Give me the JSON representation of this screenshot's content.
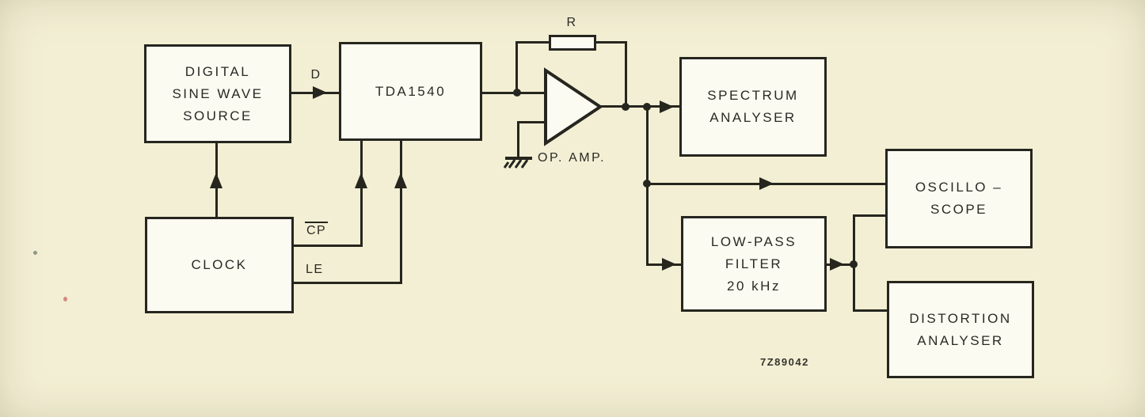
{
  "colors": {
    "background": "#f3efd4",
    "line": "#26261f",
    "box_fill": "#fcfbf2"
  },
  "blocks": {
    "source": {
      "label": "DIGITAL\nSINE WAVE\nSOURCE"
    },
    "tda1540": {
      "label": "TDA1540"
    },
    "clock": {
      "label": "CLOCK"
    },
    "spectrum_analyser": {
      "label": "SPECTRUM\nANALYSER"
    },
    "low_pass_filter": {
      "label": "LOW-PASS\nFILTER\n20 kHz"
    },
    "oscilloscope": {
      "label": "OSCILLO –\nSCOPE"
    },
    "distortion_analyser": {
      "label": "DISTORTION\nANALYSER"
    }
  },
  "labels": {
    "d": "D",
    "cp": "CP",
    "le": "LE",
    "r": "R",
    "opamp": "OP. AMP.",
    "figure_code": "7Z89042"
  }
}
